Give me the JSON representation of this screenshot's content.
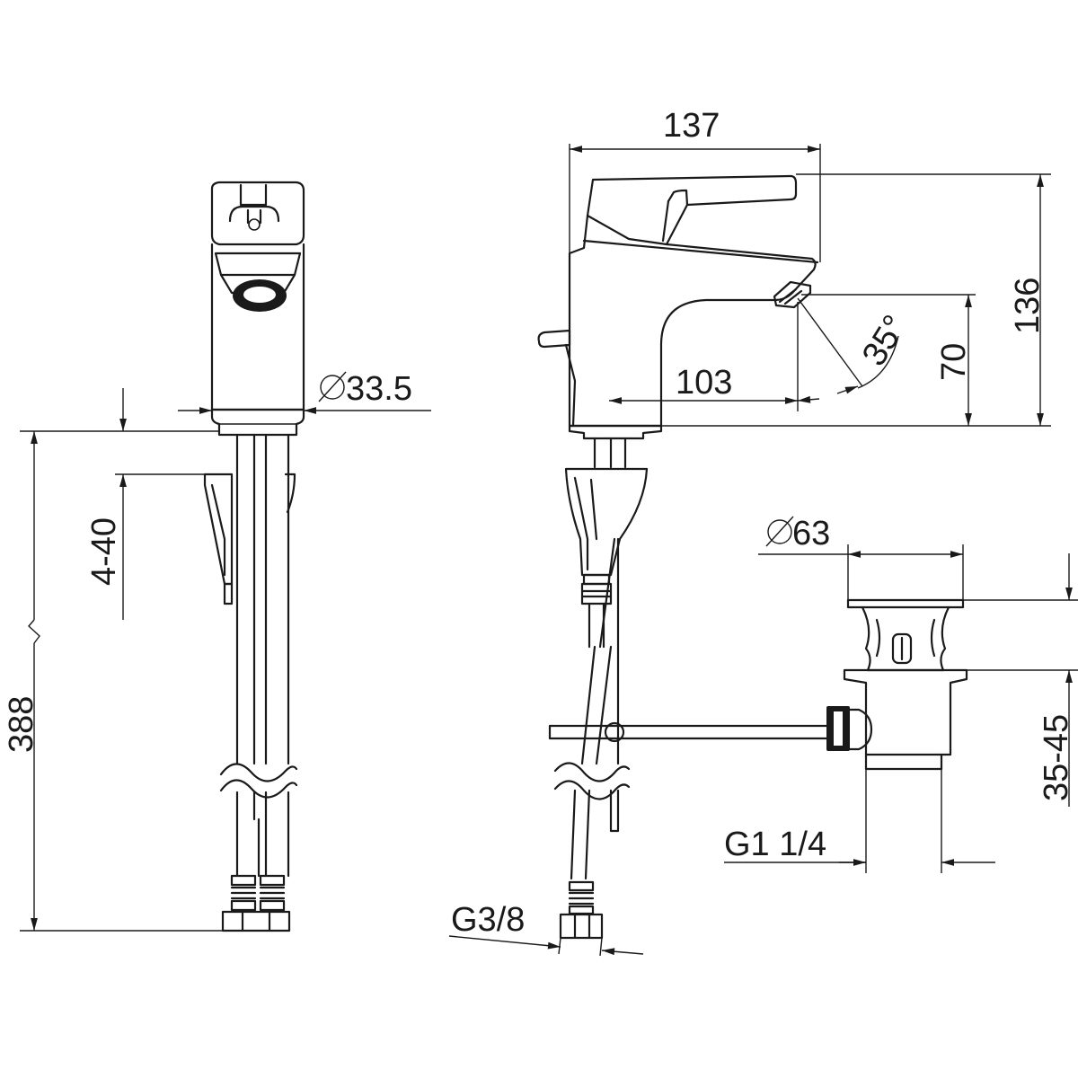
{
  "drawing": {
    "dimensions": {
      "overall_width": "137",
      "overall_height": "136",
      "spout_height": "70",
      "spout_reach": "103",
      "spray_angle": "35°",
      "body_diameter": "33.5",
      "deck_thickness": "4-40",
      "hose_length": "388",
      "hose_thread": "G3/8",
      "waste_diameter": "63",
      "waste_thread": "G1 1/4",
      "waste_range": "35-45"
    }
  }
}
